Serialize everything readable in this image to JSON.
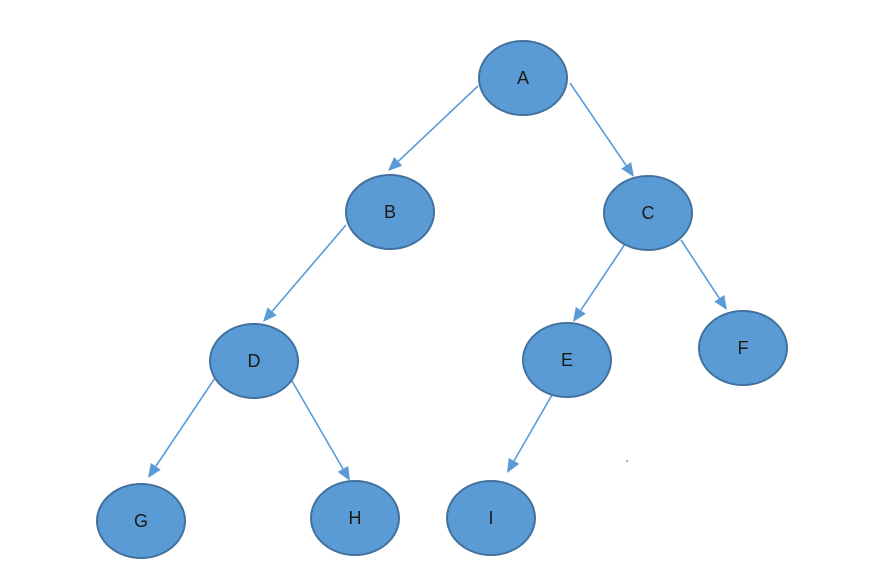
{
  "diagram": {
    "type": "binary-tree",
    "colors": {
      "node_fill": "#5b9bd5",
      "node_stroke": "#41719c",
      "edge": "#5b9bd5",
      "label": "#1a1a1a"
    },
    "nodes": [
      {
        "id": "A",
        "label": "A"
      },
      {
        "id": "B",
        "label": "B"
      },
      {
        "id": "C",
        "label": "C"
      },
      {
        "id": "D",
        "label": "D"
      },
      {
        "id": "E",
        "label": "E"
      },
      {
        "id": "F",
        "label": "F"
      },
      {
        "id": "G",
        "label": "G"
      },
      {
        "id": "H",
        "label": "H"
      },
      {
        "id": "I",
        "label": "I"
      }
    ],
    "edges": [
      {
        "from": "A",
        "to": "B"
      },
      {
        "from": "A",
        "to": "C"
      },
      {
        "from": "B",
        "to": "D"
      },
      {
        "from": "C",
        "to": "E"
      },
      {
        "from": "C",
        "to": "F"
      },
      {
        "from": "D",
        "to": "G"
      },
      {
        "from": "D",
        "to": "H"
      },
      {
        "from": "E",
        "to": "I"
      }
    ]
  }
}
